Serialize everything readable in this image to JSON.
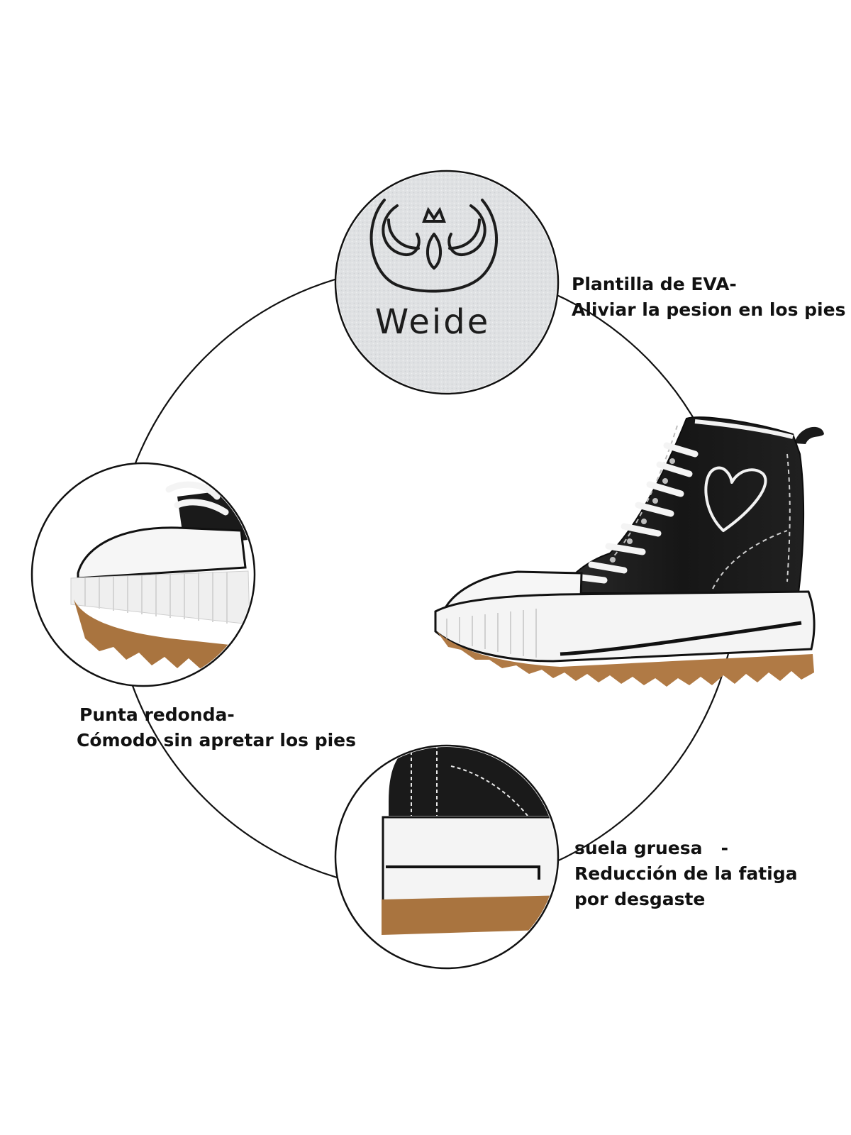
{
  "brand": {
    "logo_text": "Weide"
  },
  "callouts": {
    "insole": {
      "line1": "Plantilla de EVA-",
      "line2": "Aliviar la pesion en los pies"
    },
    "toe": {
      "line1": "Punta redonda-",
      "line2": "Cómodo sin apretar los pies"
    },
    "sole": {
      "line1": "suela gruesa   -",
      "line2": "Reducción de la fatiga",
      "line3": "por desgaste"
    }
  },
  "colors": {
    "shoe_upper": "#1a1a1a",
    "sole_white": "#f4f4f4",
    "outsole_gum": "#b07a45",
    "outline": "#111111",
    "background": "#ffffff"
  }
}
